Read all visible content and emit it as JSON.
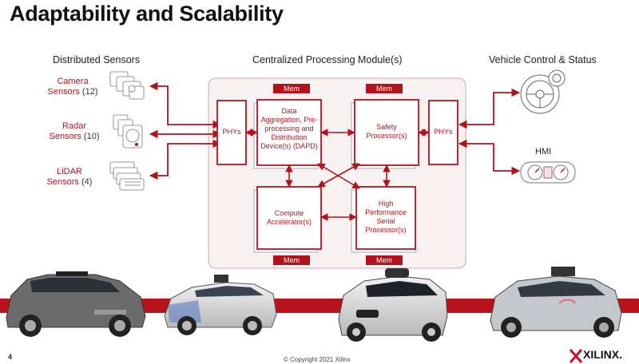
{
  "title": "Adaptability and Scalability",
  "sections": {
    "left": "Distributed Sensors",
    "center": "Centralized Processing Module(s)",
    "right": "Vehicle Control & Status"
  },
  "sensors": [
    {
      "name": "Camera Sensors",
      "line1": "Camera",
      "line2": "Sensors",
      "count": "(12)"
    },
    {
      "name": "Radar Sensors",
      "line1": "Radar",
      "line2": "Sensors",
      "count": "(10)"
    },
    {
      "name": "LiDAR Sensors",
      "line1": "LiDAR",
      "line2": "Sensors",
      "count": "(4)"
    }
  ],
  "blocks": {
    "phys_left": "PHYs",
    "phys_right": "PHYs",
    "dapd": "Data Aggregation, Pre-processing and Distribution Device(s) (DAPD)",
    "safety": "Safety Processor(s)",
    "compute": "Compute Accelerator(s)",
    "hpsp": "High Performance Serial Processor(s)",
    "mem": "Mem"
  },
  "hmi": "HMI",
  "footer": {
    "page": "4",
    "copyright": "© Copyright 2021 Xilinx",
    "logo": "XILINX."
  },
  "colors": {
    "accent": "#b3121b",
    "band": "#b8121b",
    "module_bg": "#f7f1f1"
  },
  "icons": [
    "camera-icon",
    "radar-icon",
    "lidar-icon",
    "steering-wheel-icon",
    "dashboard-icon",
    "car-icon",
    "xilinx-logo-icon"
  ]
}
